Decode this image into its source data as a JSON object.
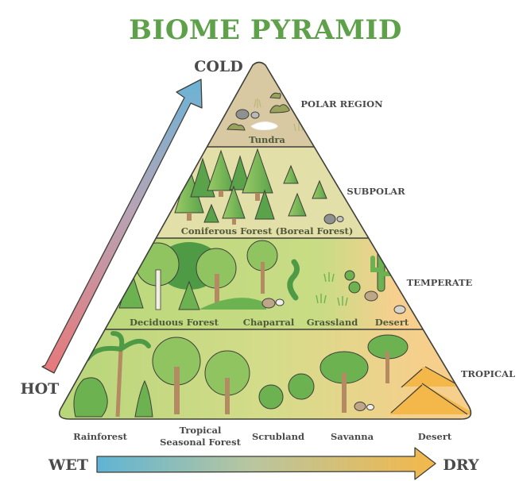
{
  "title": "BIOME PYRAMID",
  "temperature_axis": {
    "top_label": "COLD",
    "bottom_label": "HOT",
    "top_color": "#6bb3d6",
    "bottom_color": "#e8787a"
  },
  "moisture_axis": {
    "left_label": "WET",
    "right_label": "DRY",
    "left_color": "#5fb4d4",
    "right_color": "#f4b84a"
  },
  "tiers": [
    {
      "region": "POLAR REGION",
      "biomes": [
        "Tundra"
      ],
      "fill": "#d8c9a3"
    },
    {
      "region": "SUBPOLAR",
      "biomes": [
        "Coniferous Forest (Boreal Forest)"
      ],
      "fill": "#e3dfa9"
    },
    {
      "region": "TEMPERATE",
      "biomes": [
        "Deciduous Forest",
        "Chaparral",
        "Grassland",
        "Desert"
      ],
      "fill_left": "#b9d77a",
      "fill_right": "#f7cf8f"
    },
    {
      "region": "TROPICAL",
      "biomes": [
        "Rainforest",
        "Tropical Seasonal Forest",
        "Scrubland",
        "Savanna",
        "Desert"
      ],
      "fill_left": "#b6d579",
      "fill_right": "#f6cf8c"
    }
  ],
  "bottom_labels": [
    {
      "lines": [
        "Rainforest"
      ]
    },
    {
      "lines": [
        "Tropical",
        "Seasonal Forest"
      ]
    },
    {
      "lines": [
        "Scrubland"
      ]
    },
    {
      "lines": [
        "Savanna"
      ]
    },
    {
      "lines": [
        "Desert"
      ]
    }
  ],
  "colors": {
    "title_green": "#5fa04a",
    "outline": "#3f3f3a",
    "tree_dark": "#4f9a45",
    "tree_light": "#8fc461",
    "trunk": "#b48a63",
    "rock": "#9a9a9a",
    "sand": "#f4b84a"
  }
}
